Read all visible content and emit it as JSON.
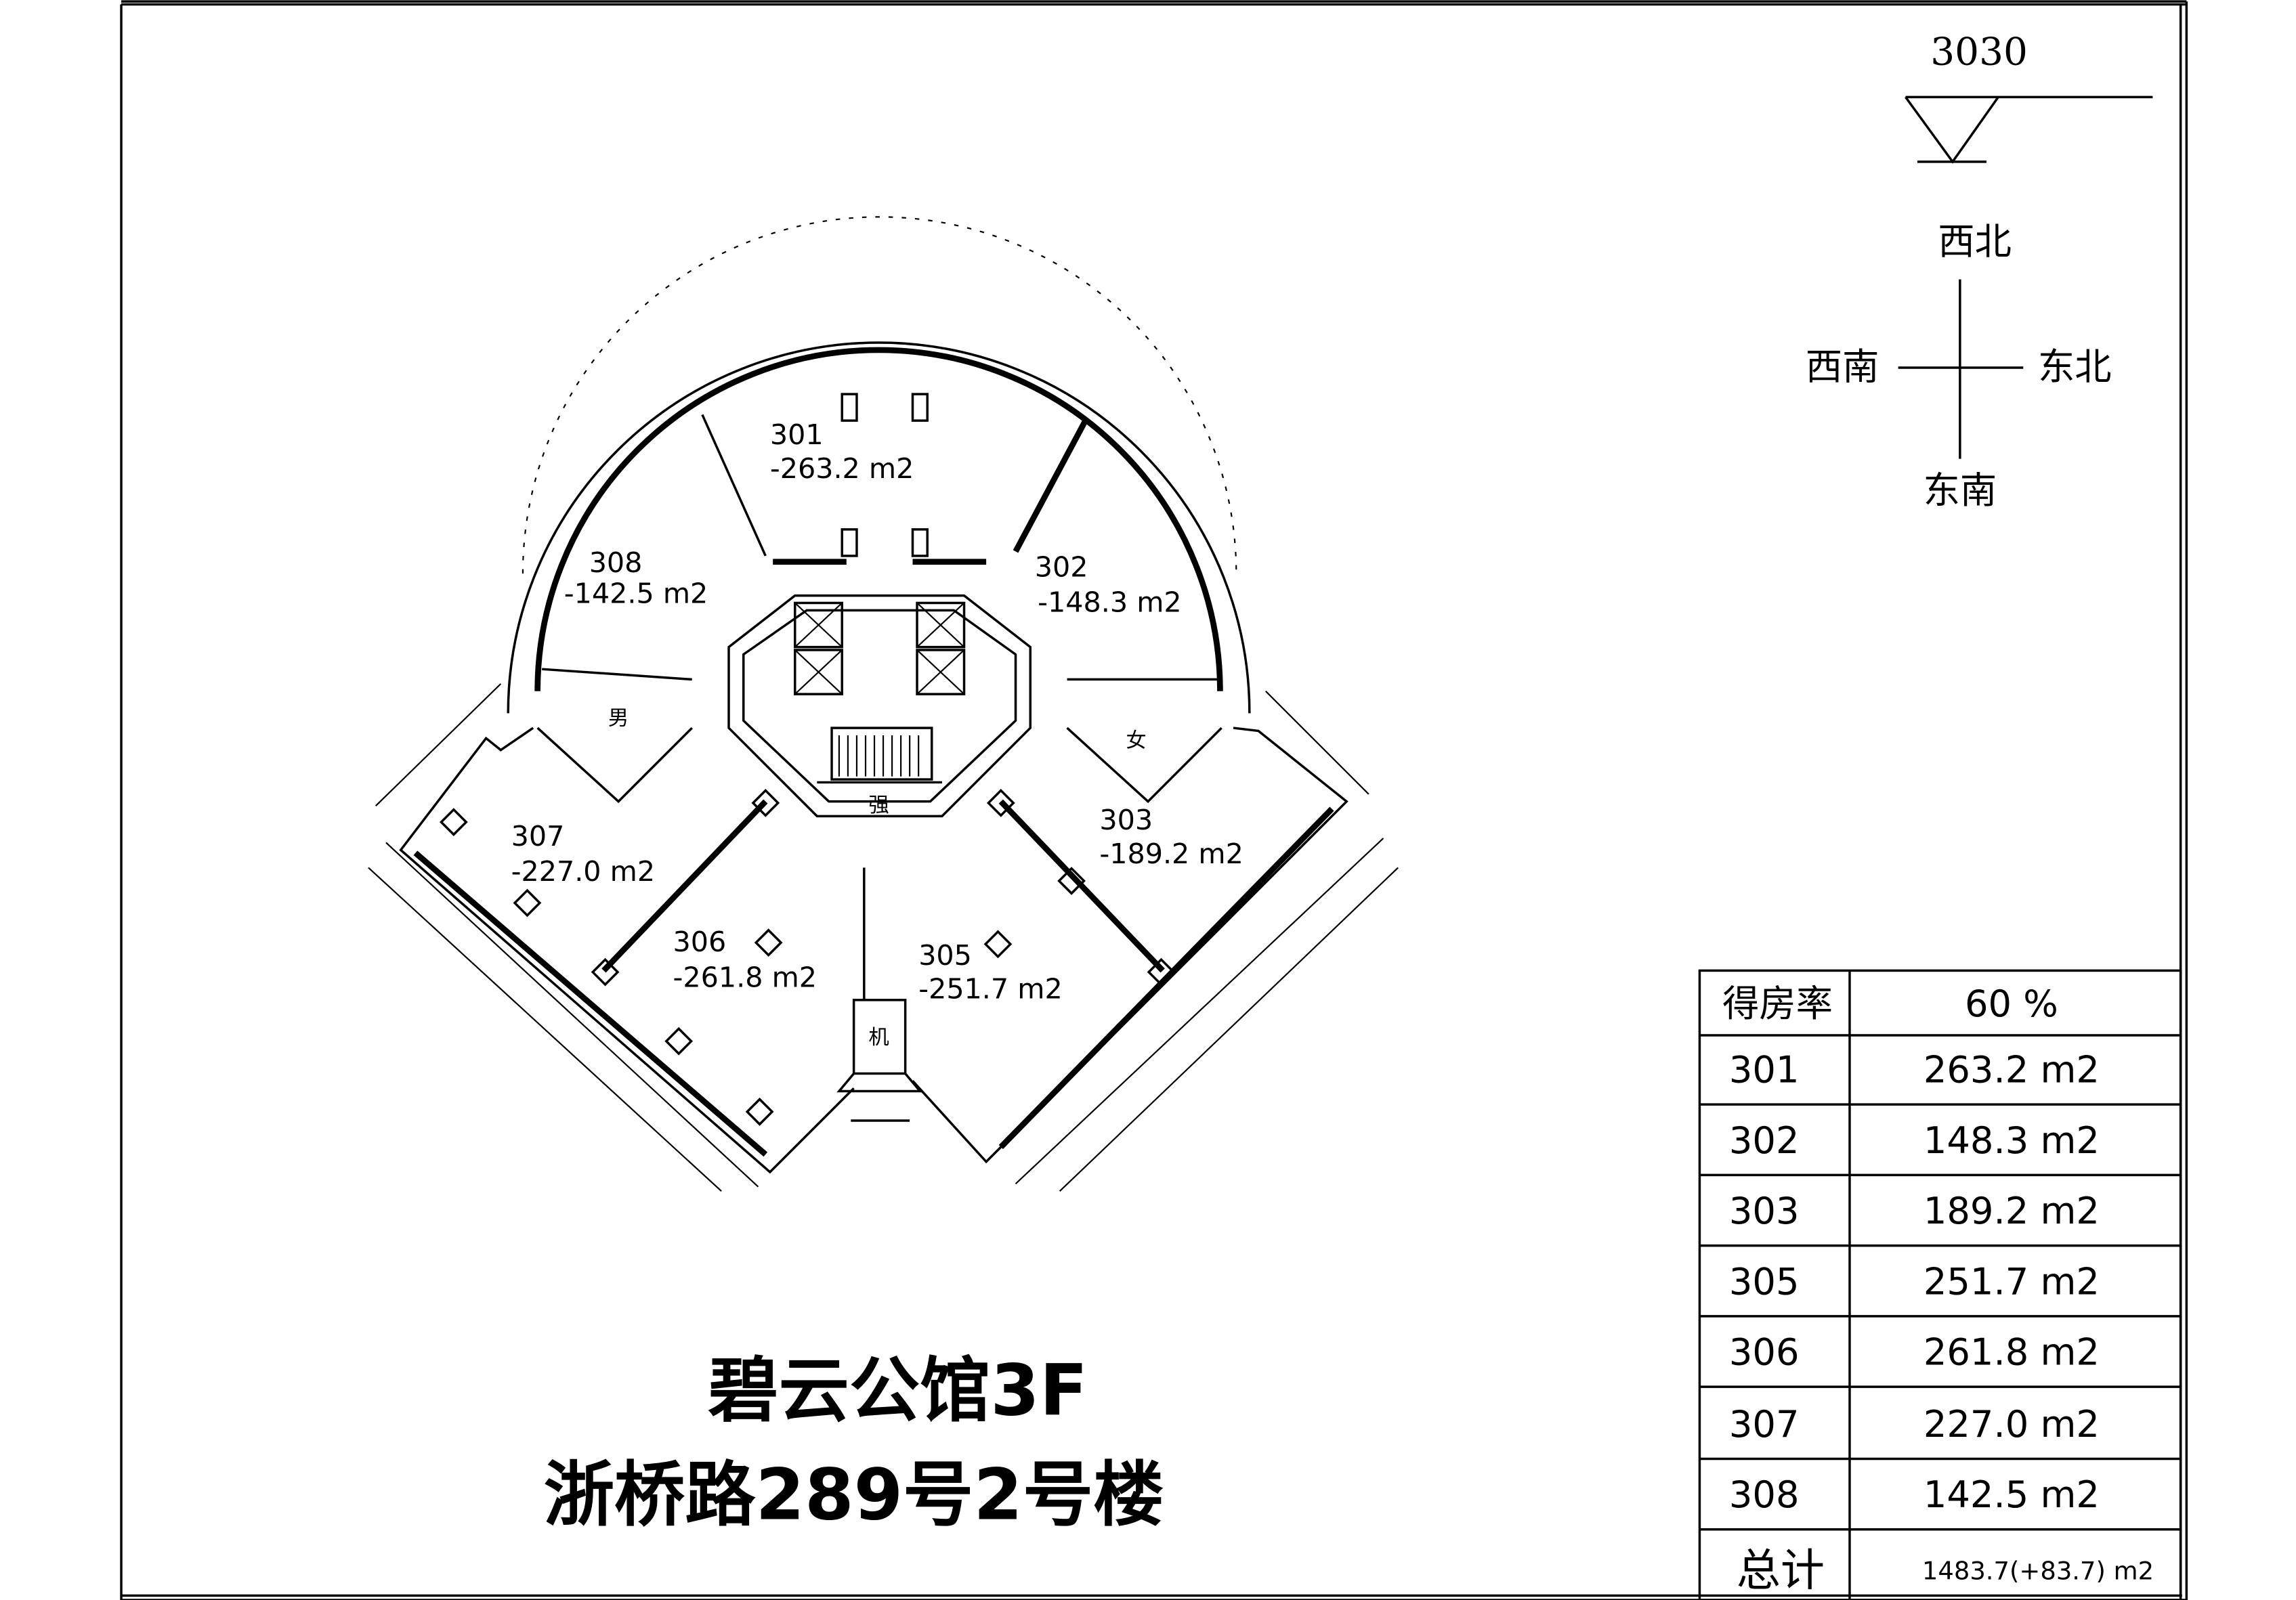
{
  "level_marker": {
    "elevation": "3030"
  },
  "compass": {
    "north_west": "西北",
    "south_west": "西南",
    "north_east": "东北",
    "south_east": "东南"
  },
  "title": {
    "line1": "碧云公馆3F",
    "line2": "浙桥路289号2号楼"
  },
  "plan": {
    "rooms": [
      {
        "number": "301",
        "area": "-263.2 m2"
      },
      {
        "number": "302",
        "area": "-148.3 m2"
      },
      {
        "number": "303",
        "area": "-189.2 m2"
      },
      {
        "number": "305",
        "area": "-251.7 m2"
      },
      {
        "number": "306",
        "area": "-261.8 m2"
      },
      {
        "number": "307",
        "area": "-227.0 m2"
      },
      {
        "number": "308",
        "area": "-142.5 m2"
      }
    ],
    "facilities": {
      "mens_toilet": "男",
      "womens_toilet": "女",
      "electrical": "强",
      "machine": "机"
    }
  },
  "table": {
    "header": {
      "label": "得房率",
      "value": "60 %"
    },
    "rows": [
      {
        "room": "301",
        "area": "263.2 m2"
      },
      {
        "room": "302",
        "area": "148.3 m2"
      },
      {
        "room": "303",
        "area": "189.2 m2"
      },
      {
        "room": "305",
        "area": "251.7 m2"
      },
      {
        "room": "306",
        "area": "261.8 m2"
      },
      {
        "room": "307",
        "area": "227.0 m2"
      },
      {
        "room": "308",
        "area": "142.5 m2"
      }
    ],
    "total": {
      "label": "总计",
      "value": "1483.7(+83.7) m2"
    }
  }
}
